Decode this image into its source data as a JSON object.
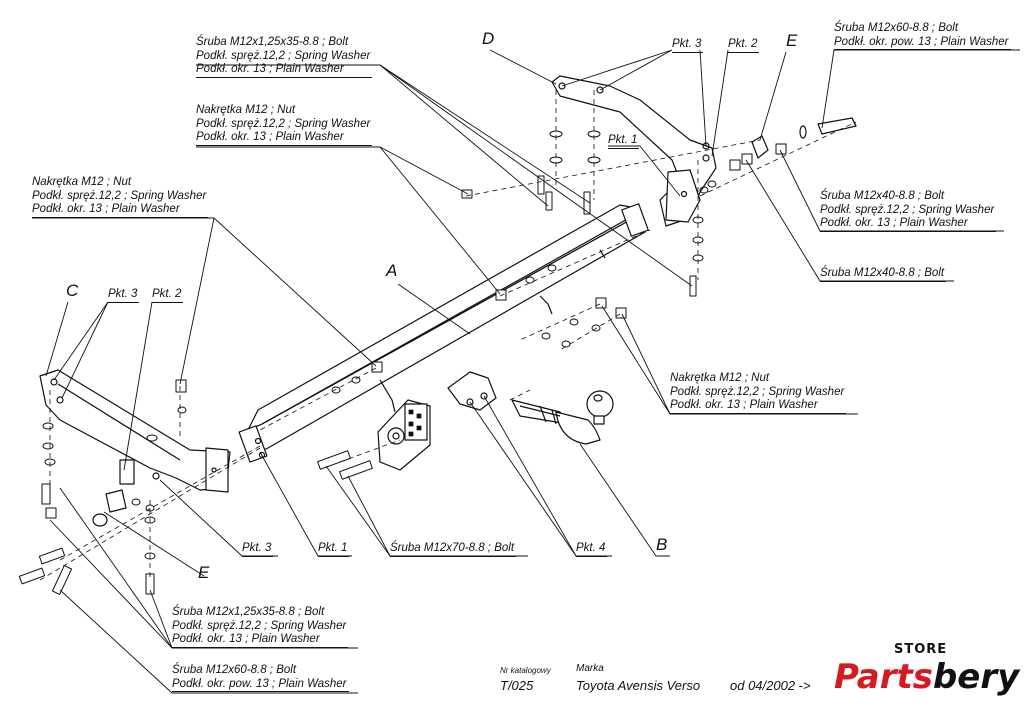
{
  "labels": {
    "letter_d": "D",
    "letter_e_top": "E",
    "letter_a": "A",
    "letter_c": "C",
    "letter_e_bottom": "E",
    "letter_b": "B",
    "bolt_12x125x35_top": [
      "Śruba M12x1,25x35-8.8 ;  Bolt",
      "Podkł. spręż.12,2 ; Spring Washer",
      "Podkł. okr. 13 ; Plain Washer"
    ],
    "nut_top": [
      "Nakrętka  M12 ; Nut",
      "Podkł. spręż.12,2 ; Spring Washer",
      "Podkł. okr. 13 ; Plain Washer"
    ],
    "nut_left": [
      "Nakrętka  M12 ; Nut",
      "Podkł. spręż.12,2 ; Spring Washer",
      "Podkł. okr. 13 ; Plain Washer"
    ],
    "bolt_12x60_top": [
      "Śruba M12x60-8.8 ;  Bolt",
      "Podkł. okr. pow. 13 ; Plain Washer"
    ],
    "bolt_12x40_a": [
      "Śruba M12x40-8.8 ;  Bolt",
      "Podkł. spręż.12,2 ; Spring Washer",
      "Podkł. okr. 13 ; Plain Washer"
    ],
    "bolt_12x40_b": [
      "Śruba M12x40-8.8 ;  Bolt"
    ],
    "nut_right": [
      "Nakrętka  M12 ; Nut",
      "Podkł. spręż.12,2 ; Spring Washer",
      "Podkł. okr. 13 ; Plain Washer"
    ],
    "bolt_12x70": "Śruba M12x70-8.8 ;  Bolt",
    "bolt_12x125x35_bottom": [
      "Śruba M12x1,25x35-8.8 ;  Bolt",
      "Podkł. spręż.12,2 ; Spring Washer",
      "Podkł. okr. 13 ; Plain Washer"
    ],
    "bolt_12x60_bottom": [
      "Śruba M12x60-8.8 ;  Bolt",
      "Podkł. okr. pow. 13 ; Plain Washer"
    ],
    "pkt3_top": "Pkt. 3",
    "pkt2_top": "Pkt. 2",
    "pkt1_top": "Pkt. 1",
    "pkt3_left": "Pkt. 3",
    "pkt2_left": "Pkt. 2",
    "pkt3_bottom": "Pkt. 3",
    "pkt1_bottom": "Pkt. 1",
    "pkt4": "Pkt. 4"
  },
  "footer": {
    "catalog_label": "Nr katalogowy",
    "catalog_value": "T/025",
    "brand_label": "Marka",
    "brand_value": "Toyota Avensis Verso",
    "date_value": "od  04/2002 ->"
  },
  "logo": {
    "store": "STORE",
    "name": "Partsbery",
    "name_part1": "Parts",
    "name_part2": "bery",
    "color_red": "#d71920",
    "color_black": "#111111"
  }
}
